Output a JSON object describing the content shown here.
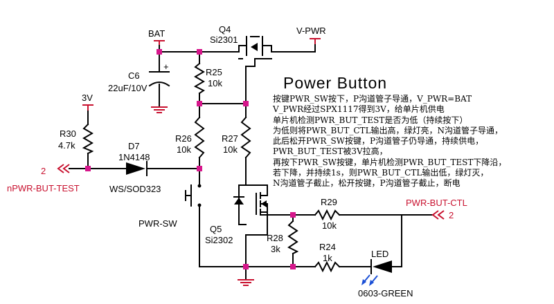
{
  "title": "Power Button",
  "nets": {
    "bat": "BAT",
    "vpwr": "V-PWR",
    "v3": "3V",
    "npwr": "nPWR-BUT-TEST",
    "pwr_ctl": "PWR-BUT-CTL",
    "port_num_left": "2",
    "port_num_right": "2"
  },
  "components": {
    "q4_ref": "Q4",
    "q4_part": "Si2301",
    "q5_ref": "Q5",
    "q5_part": "Si2302",
    "c6_ref": "C6",
    "c6_val": "22uF/10V",
    "r25_ref": "R25",
    "r25_val": "10k",
    "r26_ref": "R26",
    "r26_val": "10k",
    "r27_ref": "R27",
    "r27_val": "10k",
    "r28_ref": "R28",
    "r28_val": "3k",
    "r29_ref": "R29",
    "r29_val": "10k",
    "r24_ref": "R24",
    "r24_val": "1k",
    "r30_ref": "R30",
    "r30_val": "4.7k",
    "d7_ref": "D7",
    "d7_part": "1N4148",
    "d7_pkg": "WS/SOD323",
    "sw_ref": "PWR-SW",
    "led_ref": "LED",
    "led_pkg": "0603-GREEN",
    "cap_plus": "+"
  },
  "description": [
    "按键PWR_SW按下，P沟道管子导通，V_PWR=BAT",
    "V_PWR经过SPX1117得到3V，给单片机供电",
    "单片机检测PWR_BUT_TEST是否为低（持续按下）",
    "为低则将PWR_BUT_CTL输出高，绿灯亮，N沟道管子导通，",
    "此后松开PWR_SW按键，P沟道管子仍导通，持续供电，",
    "PWR_BUT_TEST被3V拉高，",
    "再按下PWR_SW按键，单片机检测PWR_BUT_TEST下降沿，",
    "若下降，并持续1s，则PWR_BUT_CTL输出低，绿灯灭，",
    "N沟道管子截止，松开按键，P沟道管子截止，断电"
  ]
}
